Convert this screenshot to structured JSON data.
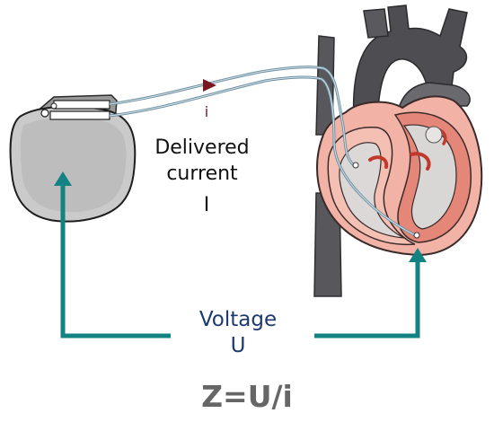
{
  "labels": {
    "current_i": "i",
    "delivered_current": "Delivered current",
    "current_symbol": "I",
    "voltage": "Voltage U",
    "formula": "Z=U/i"
  },
  "icons": {
    "device": "pacemaker-generator-icon",
    "organ": "heart-icon"
  },
  "colors": {
    "arrow": "#138282",
    "current_arrow": "#7a1622",
    "lead": "#6e8fa0",
    "voltage_text": "#1c3a70",
    "formula_text": "#666666",
    "generator_body": "#c8c8c8",
    "heart_vessels": "#555558",
    "heart_muscle": "#f0a89a"
  }
}
